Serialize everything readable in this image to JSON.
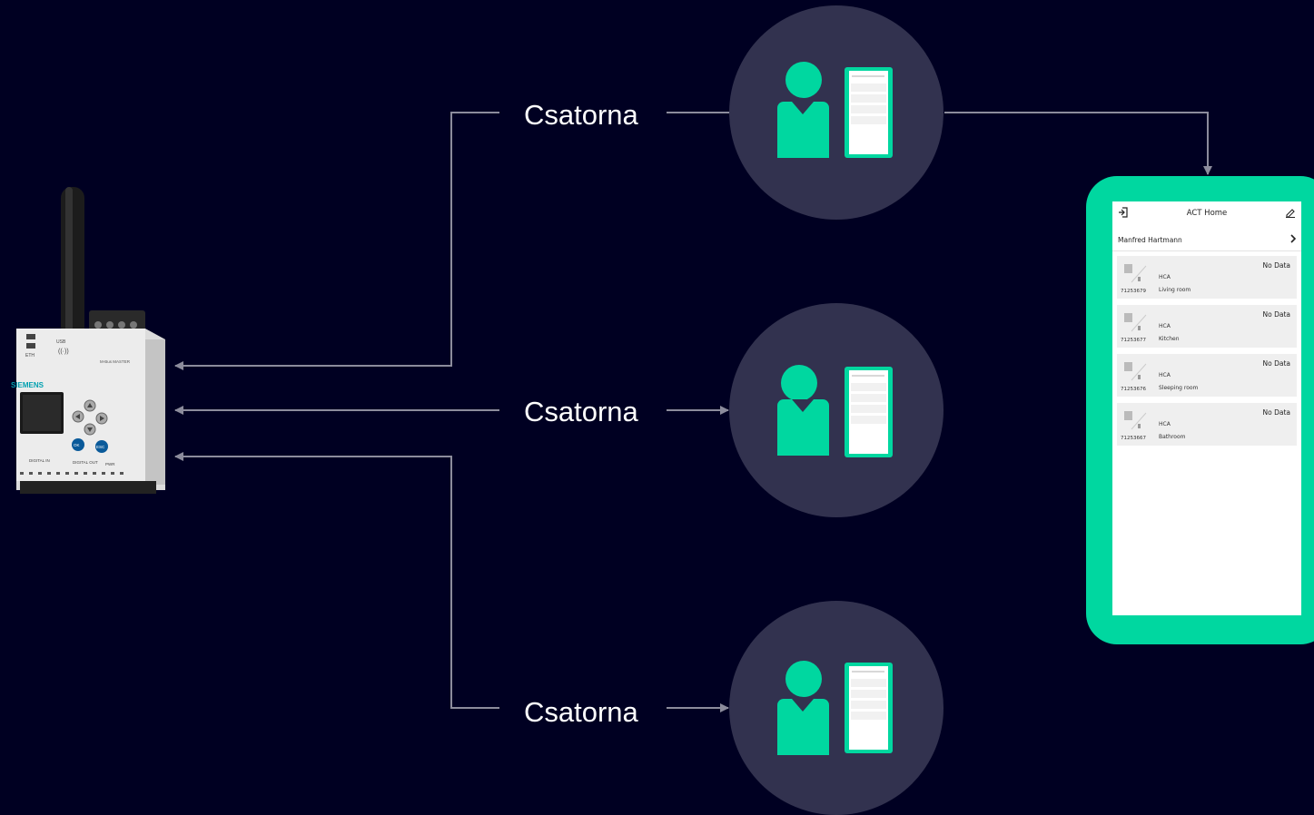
{
  "channels": [
    {
      "label": "Csatorna"
    },
    {
      "label": "Csatorna"
    },
    {
      "label": "Csatorna"
    }
  ],
  "gateway": {
    "brand": "SIEMENS",
    "port_labels": [
      "ETH",
      "USB"
    ],
    "buttons": [
      "OK",
      "ESC"
    ],
    "bus_label": "M-Bus MASTER",
    "bottom_labels": [
      "DIGITAL IN",
      "DIGITAL OUT",
      "PWR"
    ]
  },
  "phone_app": {
    "title": "ACT Home",
    "user": "Manfred Hartmann",
    "devices": [
      {
        "status": "No Data",
        "type": "HCA",
        "id": "71253679",
        "room": "Living room"
      },
      {
        "status": "No Data",
        "type": "HCA",
        "id": "71253677",
        "room": "Kitchen"
      },
      {
        "status": "No Data",
        "type": "HCA",
        "id": "71253676",
        "room": "Sleeping room"
      },
      {
        "status": "No Data",
        "type": "HCA",
        "id": "71253667",
        "room": "Bathroom"
      }
    ]
  },
  "colors": {
    "background": "#000022",
    "accent": "#00d7a0",
    "circle": "#32324f",
    "connector": "#8c8c9c"
  }
}
